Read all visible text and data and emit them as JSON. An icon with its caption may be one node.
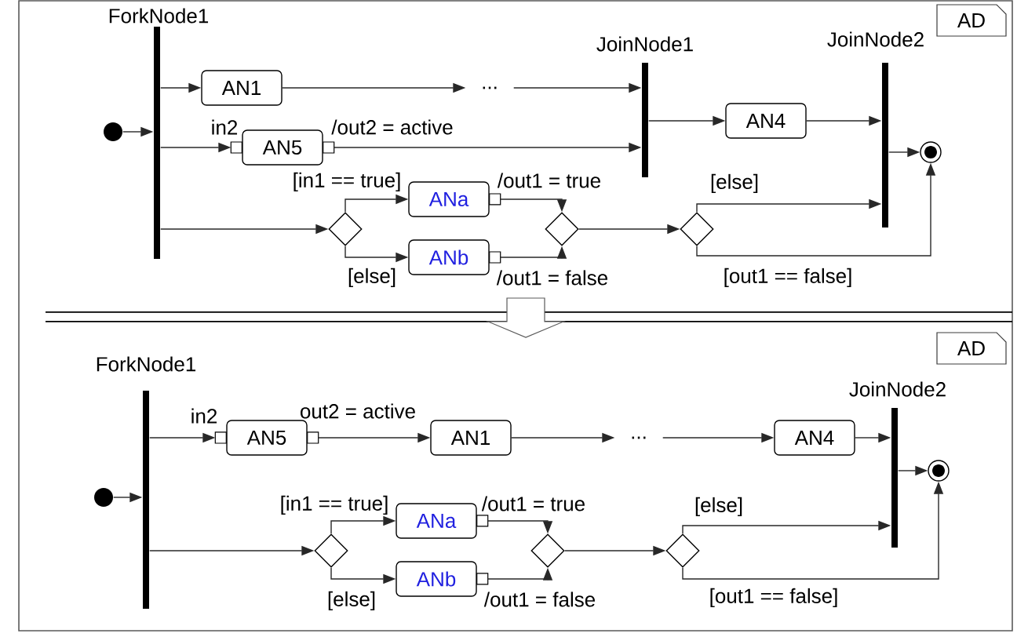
{
  "diagram": {
    "nodes": [
      {
        "text": [
          "ForkNode1"
        ]
      },
      {
        "text": [],
        "shape": "circle"
      },
      {
        "text": [
          "AN1"
        ]
      },
      {
        "text": [
          "..."
        ]
      },
      {
        "text": [
          "AN5"
        ],
        "beside": [
          "in2",
          "/out2 = active"
        ]
      },
      {
        "text": [
          "JoinNode1"
        ]
      },
      {
        "text": [
          "AN4"
        ]
      },
      {
        "text": [
          "JoinNode2"
        ]
      },
      {
        "text": [],
        "shape": "circle"
      },
      {
        "text": [],
        "shape": "diamond"
      },
      {
        "text": [
          "ANa"
        ],
        "beside": [
          "/out1 = true"
        ]
      },
      {
        "text": [
          "ANb"
        ],
        "beside": [
          "/out1 = false"
        ]
      },
      {
        "text": [],
        "shape": "diamond"
      },
      {
        "text": [],
        "shape": "diamond"
      },
      {
        "text": [
          "ForkNode1"
        ]
      },
      {
        "text": [],
        "shape": "circle"
      },
      {
        "text": [
          "AN5"
        ],
        "beside": [
          "in2",
          "out2 = active"
        ]
      },
      {
        "text": [
          "AN1"
        ]
      },
      {
        "text": [
          "..."
        ]
      },
      {
        "text": [
          "AN4"
        ]
      },
      {
        "text": [
          "JoinNode2"
        ]
      },
      {
        "text": [],
        "shape": "circle"
      },
      {
        "text": [],
        "shape": "diamond"
      },
      {
        "text": [
          "ANa"
        ],
        "beside": [
          "/out1 = true"
        ]
      },
      {
        "text": [
          "ANb"
        ],
        "beside": [
          "/out1 = false"
        ]
      },
      {
        "text": [],
        "shape": "diamond"
      },
      {
        "text": [],
        "shape": "diamond"
      }
    ],
    "edges": [
      {
        "from": 1,
        "to": 0,
        "arrow": "to"
      },
      {
        "from": 0,
        "to": 2,
        "arrow": "to"
      },
      {
        "from": 2,
        "to": 3,
        "arrow": "to"
      },
      {
        "from": 3,
        "to": 5,
        "arrow": "to"
      },
      {
        "from": 0,
        "to": 4,
        "arrow": "to"
      },
      {
        "from": 4,
        "to": 5,
        "arrow": "to"
      },
      {
        "from": 5,
        "to": 6,
        "arrow": "to"
      },
      {
        "from": 6,
        "to": 7,
        "arrow": "to"
      },
      {
        "from": 7,
        "to": 8,
        "arrow": "to"
      },
      {
        "from": 0,
        "to": 9,
        "arrow": "to"
      },
      {
        "from": 9,
        "to": 10,
        "arrow": "to",
        "label": "[in1 == true]"
      },
      {
        "from": 9,
        "to": 11,
        "arrow": "to",
        "label": "[else]"
      },
      {
        "from": 10,
        "to": 12,
        "arrow": "to"
      },
      {
        "from": 11,
        "to": 12,
        "arrow": "to"
      },
      {
        "from": 12,
        "to": 13,
        "arrow": "to"
      },
      {
        "from": 13,
        "to": 7,
        "arrow": "to",
        "label": "[else]"
      },
      {
        "from": 13,
        "to": 8,
        "arrow": "to",
        "label": "[out1 == false]"
      },
      {
        "from": 15,
        "to": 14,
        "arrow": "to"
      },
      {
        "from": 14,
        "to": 16,
        "arrow": "to"
      },
      {
        "from": 16,
        "to": 17,
        "arrow": "to"
      },
      {
        "from": 17,
        "to": 18,
        "arrow": "to"
      },
      {
        "from": 18,
        "to": 19,
        "arrow": "to"
      },
      {
        "from": 19,
        "to": 20,
        "arrow": "to"
      },
      {
        "from": 20,
        "to": 21,
        "arrow": "to"
      },
      {
        "from": 14,
        "to": 22,
        "arrow": "to"
      },
      {
        "from": 22,
        "to": 23,
        "arrow": "to",
        "label": "[in1 == true]"
      },
      {
        "from": 22,
        "to": 24,
        "arrow": "to",
        "label": "[else]"
      },
      {
        "from": 23,
        "to": 25,
        "arrow": "to"
      },
      {
        "from": 24,
        "to": 25,
        "arrow": "to"
      },
      {
        "from": 25,
        "to": 26,
        "arrow": "to"
      },
      {
        "from": 26,
        "to": 20,
        "arrow": "to",
        "label": "[else]"
      },
      {
        "from": 26,
        "to": 21,
        "arrow": "to",
        "label": "[out1 == false]"
      }
    ],
    "labels": [
      "AD",
      "AD"
    ]
  }
}
